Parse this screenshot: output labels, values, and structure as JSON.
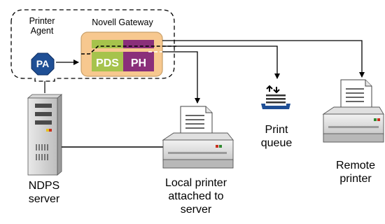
{
  "labels": {
    "printer_agent_line1": "Printer",
    "printer_agent_line2": "Agent",
    "novell_gateway": "Novell Gateway",
    "pa_badge": "PA",
    "pds_box": "PDS",
    "ph_box": "PH",
    "ndps_line1": "NDPS",
    "ndps_line2": "server",
    "local_line1": "Local printer",
    "local_line2": "attached to",
    "local_line3": "server",
    "queue_line1": "Print",
    "queue_line2": "queue",
    "remote_line1": "Remote",
    "remote_line2": "printer"
  },
  "colors": {
    "gateway_fill": "#f7c88f",
    "gateway_border": "#c9a06a",
    "pds_fill": "#a6c34c",
    "ph_fill": "#8a2f7a",
    "pa_fill": "#1f4f95",
    "queue_tray": "#1f4f95"
  },
  "icons": {
    "server": "tower-server-icon",
    "local_printer": "printer-icon",
    "remote_printer": "printer-icon",
    "print_queue": "print-queue-icon",
    "printer_agent": "octagon-badge-icon"
  }
}
